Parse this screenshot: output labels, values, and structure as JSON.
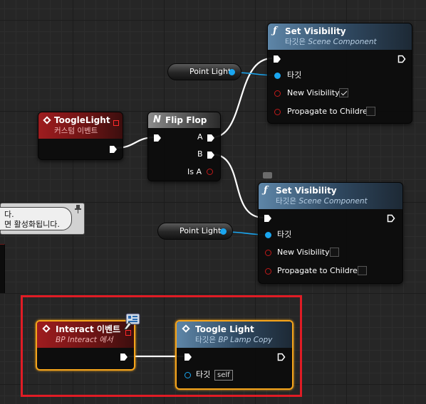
{
  "nodes": {
    "toggle_light": {
      "title": "ToogleLight",
      "subtitle": "커스텀 이벤트"
    },
    "flip_flop": {
      "title": "Flip Flop",
      "pin_a": "A",
      "pin_b": "B",
      "pin_is_a": "Is A"
    },
    "set_vis_1": {
      "title": "Set Visibility",
      "target_prefix": "타깃은",
      "target_class": "Scene Component",
      "pin_target": "타깃",
      "pin_new_vis": "New Visibility",
      "pin_propagate": "Propagate to Children",
      "new_visibility": true
    },
    "set_vis_2": {
      "title": "Set Visibility",
      "target_prefix": "타깃은",
      "target_class": "Scene Component",
      "pin_target": "타깃",
      "pin_new_vis": "New Visibility",
      "pin_propagate": "Propagate to Children",
      "new_visibility": false
    },
    "interact": {
      "title": "Interact 이벤트",
      "subtitle": "BP Interact 에서"
    },
    "toogle_call": {
      "title": "Toogle Light",
      "target_prefix": "타깃은",
      "target_class": "BP Lamp Copy",
      "pin_target": "타깃",
      "self_label": "self"
    }
  },
  "vars": {
    "point_light_1": "Point Light",
    "point_light_2": "Point Light"
  },
  "comment": {
    "line1": "다.",
    "line2": "면 활성화됩니다."
  },
  "colors": {
    "exec": "#ffffff",
    "object_pin": "#1aa6f0",
    "bool_pin": "#c21a1a",
    "selection": "#f5a41b",
    "highlight_box": "#e01c25"
  }
}
